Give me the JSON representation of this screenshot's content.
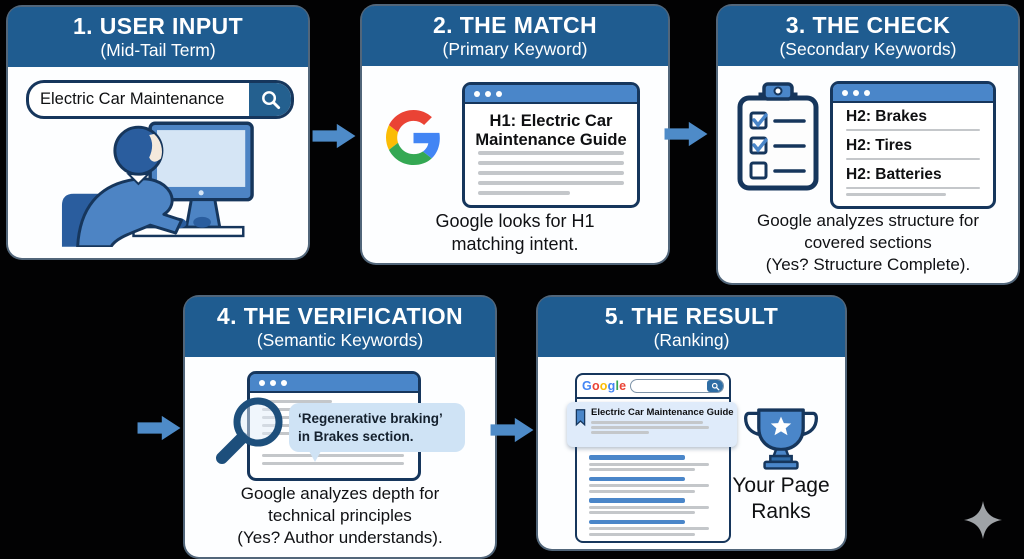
{
  "colors": {
    "background": "#020203",
    "header_blue": "#1F5C90",
    "arrow_blue": "#4E8BC8",
    "outline_navy": "#16365C",
    "titlebar_blue": "#4A86C9",
    "bubble_blue": "#CFE3F5",
    "highlight_blue": "#DFEBFA",
    "line_gray": "#C4C7CA",
    "google_blue": "#4285F4",
    "google_red": "#EA4335",
    "google_yellow": "#FBBC05",
    "google_green": "#34A853",
    "sparkle_gray": "#9FA3A7"
  },
  "icons": {
    "search": "magnifying-glass",
    "flow_arrow": "right-arrow",
    "browser_dots": "window-control-dots",
    "clipboard": "clipboard-checklist",
    "google_g": "google-g-logo",
    "magnifier": "magnifying-glass-lens",
    "bookmark": "ribbon-bookmark",
    "trophy": "trophy-with-star",
    "sparkle": "four-point-star"
  },
  "steps": [
    {
      "title": "1. USER INPUT",
      "subtitle": "(Mid-Tail Term)",
      "search_query": "Electric Car Maintenance"
    },
    {
      "title": "2. THE MATCH",
      "subtitle": "(Primary Keyword)",
      "page_heading_line1": "H1: Electric Car",
      "page_heading_line2": "Maintenance Guide",
      "caption_line1": "Google looks for H1",
      "caption_line2": "matching intent."
    },
    {
      "title": "3. THE CHECK",
      "subtitle": "(Secondary Keywords)",
      "headings": [
        "H2: Brakes",
        "H2: Tires",
        "H2: Batteries"
      ],
      "caption_line1": "Google analyzes structure for",
      "caption_line2": "covered sections",
      "caption_line3": "(Yes? Structure Complete)."
    },
    {
      "title": "4. THE VERIFICATION",
      "subtitle": "(Semantic Keywords)",
      "bubble_line1": "‘Regenerative braking’",
      "bubble_line2": "in Brakes section.",
      "caption_line1": "Google analyzes depth for",
      "caption_line2": "technical principles",
      "caption_line3": "(Yes? Author understands)."
    },
    {
      "title": "5. THE RESULT",
      "subtitle": "(Ranking)",
      "logo_letters": [
        {
          "ch": "G",
          "style": "color:#4285F4"
        },
        {
          "ch": "o",
          "style": "color:#EA4335"
        },
        {
          "ch": "o",
          "style": "color:#FBBC05"
        },
        {
          "ch": "g",
          "style": "color:#4285F4"
        },
        {
          "ch": "l",
          "style": "color:#34A853"
        },
        {
          "ch": "e",
          "style": "color:#EA4335"
        }
      ],
      "result_title": "Electric Car Maintenance Guide",
      "label_line1": "Your Page",
      "label_line2": "Ranks"
    }
  ]
}
